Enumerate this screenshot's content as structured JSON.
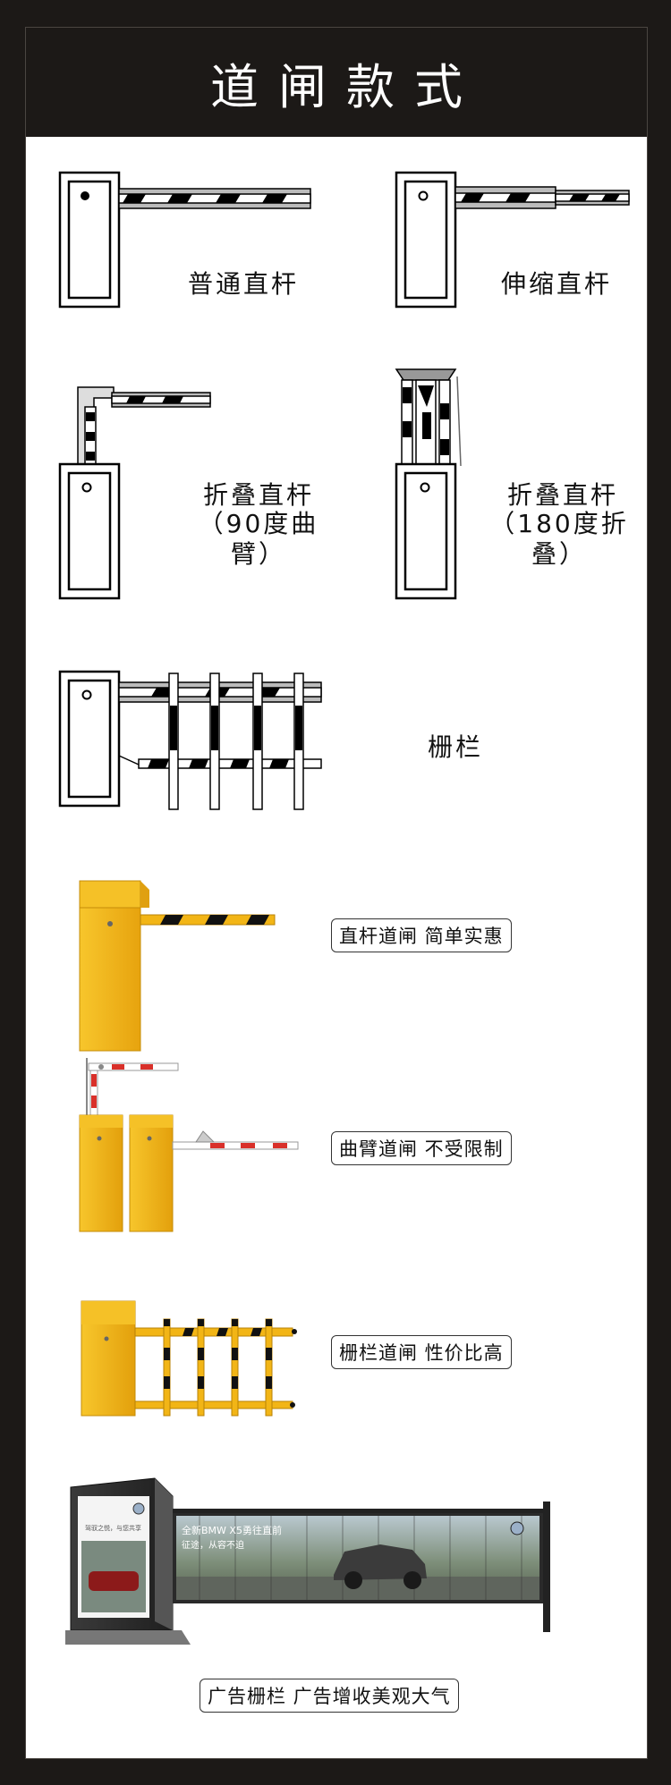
{
  "title": "道闸款式",
  "line_drawings": {
    "straight": "普通直杆",
    "telescopic": "伸缩直杆",
    "fold90_line1": "折叠直杆",
    "fold90_line2": "（90度曲臂）",
    "fold180_line1": "折叠直杆",
    "fold180_line2": "（180度折叠）",
    "fence": "栅栏"
  },
  "products": {
    "straight": "直杆道闸  简单实惠",
    "curved": "曲臂道闸  不受限制",
    "fence": "栅栏道闸  性价比高",
    "advert": "广告栅栏  广告增收美观大气"
  },
  "ad_panel": {
    "headline": "全新BMW X5勇往直前",
    "subline": "征途，从容不迫",
    "side_text": "驾驭之悦，与您共享"
  },
  "colors": {
    "frame": "#1c1917",
    "gate_yellow": "#f2b516",
    "stripe_red": "#d9302a"
  }
}
